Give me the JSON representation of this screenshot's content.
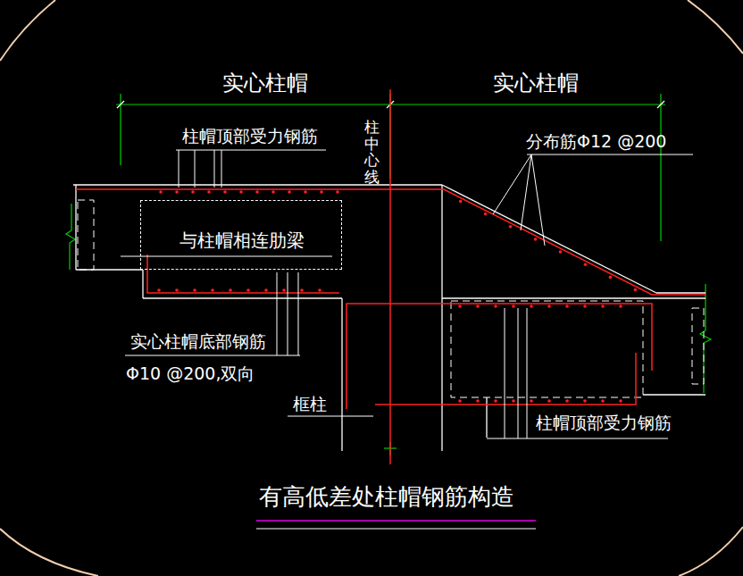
{
  "diagram": {
    "title": "有高低差处柱帽钢筋构造",
    "nodes": [
      {
        "text": [
          "与柱帽相连肋梁"
        ]
      }
    ],
    "labels": [
      "实心柱帽",
      "实心柱帽",
      "柱帽顶部受力钢筋",
      "柱中心线",
      "分布筋Φ12 @200",
      "实心柱帽底部钢筋",
      "Φ10 @200,双向",
      "框柱",
      "柱帽顶部受力钢筋"
    ]
  }
}
